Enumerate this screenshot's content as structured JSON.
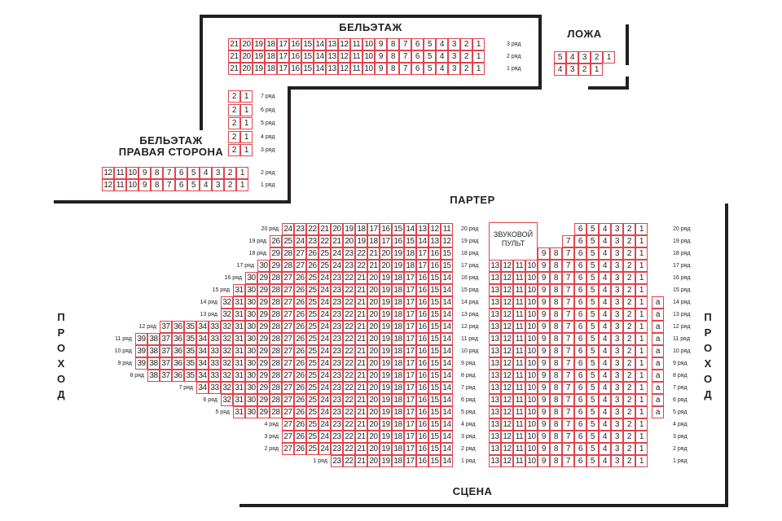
{
  "labels": {
    "beletage": "БЕЛЬЭТАЖ",
    "loge": "ЛОЖА",
    "beletage_right_1": "БЕЛЬЭТАЖ",
    "beletage_right_2": "ПРАВАЯ СТОРОНА",
    "parterre": "ПАРТЕР",
    "stage": "СЦЕНА",
    "aisle_left": "ПРОХОД",
    "aisle_right": "ПРОХОД",
    "sound_booth_1": "ЗВУКОВОЙ",
    "sound_booth_2": "ПУЛЬТ"
  },
  "row_suffix": "ряд",
  "beletage": [
    {
      "row": 3,
      "seats": [
        "21",
        "20",
        "19",
        "18",
        "17",
        "16",
        "15",
        "14",
        "13",
        "12",
        "11",
        "10",
        "9",
        "8",
        "7",
        "6",
        "5",
        "4",
        "3",
        "2",
        "1"
      ]
    },
    {
      "row": 2,
      "seats": [
        "21",
        "20",
        "19",
        "18",
        "17",
        "16",
        "15",
        "14",
        "13",
        "12",
        "11",
        "10",
        "9",
        "8",
        "7",
        "6",
        "5",
        "4",
        "3",
        "2",
        "1"
      ]
    },
    {
      "row": 1,
      "seats": [
        "21",
        "20",
        "19",
        "18",
        "17",
        "16",
        "15",
        "14",
        "13",
        "12",
        "11",
        "10",
        "9",
        "8",
        "7",
        "6",
        "5",
        "4",
        "3",
        "2",
        "1"
      ]
    }
  ],
  "loge": [
    {
      "seats": [
        "5",
        "4",
        "3",
        "2",
        "1"
      ]
    },
    {
      "seats": [
        "4",
        "3",
        "2",
        "1"
      ]
    }
  ],
  "beletage_right_upper": [
    {
      "row": 7,
      "seats": [
        "2",
        "1"
      ]
    },
    {
      "row": 6,
      "seats": [
        "2",
        "1"
      ]
    },
    {
      "row": 5,
      "seats": [
        "2",
        "1"
      ]
    },
    {
      "row": 4,
      "seats": [
        "2",
        "1"
      ]
    },
    {
      "row": 3,
      "seats": [
        "2",
        "1"
      ]
    }
  ],
  "beletage_right_lower": [
    {
      "row": 2,
      "seats": [
        "12",
        "11",
        "10",
        "9",
        "8",
        "7",
        "6",
        "5",
        "4",
        "3",
        "2",
        "1"
      ]
    },
    {
      "row": 1,
      "seats": [
        "12",
        "11",
        "10",
        "9",
        "8",
        "7",
        "6",
        "5",
        "4",
        "3",
        "2",
        "1"
      ]
    }
  ],
  "parterre_left": [
    {
      "row": 20,
      "from": 24,
      "to": 11
    },
    {
      "row": 19,
      "from": 26,
      "to": 12
    },
    {
      "row": 18,
      "from": 29,
      "to": 15
    },
    {
      "row": 17,
      "from": 30,
      "to": 15
    },
    {
      "row": 16,
      "from": 30,
      "to": 14
    },
    {
      "row": 15,
      "from": 31,
      "to": 14
    },
    {
      "row": 14,
      "from": 32,
      "to": 14
    },
    {
      "row": 13,
      "from": 32,
      "to": 14
    },
    {
      "row": 12,
      "from": 37,
      "to": 14
    },
    {
      "row": 11,
      "from": 39,
      "to": 14
    },
    {
      "row": 10,
      "from": 39,
      "to": 14
    },
    {
      "row": 9,
      "from": 39,
      "to": 14
    },
    {
      "row": 8,
      "from": 38,
      "to": 14
    },
    {
      "row": 7,
      "from": 34,
      "to": 14
    },
    {
      "row": 6,
      "from": 32,
      "to": 14
    },
    {
      "row": 5,
      "from": 31,
      "to": 14
    },
    {
      "row": 4,
      "from": 27,
      "to": 14
    },
    {
      "row": 3,
      "from": 27,
      "to": 14
    },
    {
      "row": 2,
      "from": 27,
      "to": 14
    },
    {
      "row": 1,
      "from": 23,
      "to": 14
    }
  ],
  "parterre_right": [
    {
      "row": 20,
      "from": 6,
      "to": 1,
      "extra": ""
    },
    {
      "row": 19,
      "from": 7,
      "to": 1,
      "extra": ""
    },
    {
      "row": 18,
      "from": 9,
      "to": 1,
      "extra": ""
    },
    {
      "row": 17,
      "from": 13,
      "to": 1,
      "extra": ""
    },
    {
      "row": 16,
      "from": 13,
      "to": 1,
      "extra": ""
    },
    {
      "row": 15,
      "from": 13,
      "to": 1,
      "extra": ""
    },
    {
      "row": 14,
      "from": 13,
      "to": 1,
      "extra": "a"
    },
    {
      "row": 13,
      "from": 13,
      "to": 1,
      "extra": "a"
    },
    {
      "row": 12,
      "from": 13,
      "to": 1,
      "extra": "a"
    },
    {
      "row": 11,
      "from": 13,
      "to": 1,
      "extra": "a"
    },
    {
      "row": 10,
      "from": 13,
      "to": 1,
      "extra": "a"
    },
    {
      "row": 9,
      "from": 13,
      "to": 1,
      "extra": "a"
    },
    {
      "row": 8,
      "from": 13,
      "to": 1,
      "extra": "a"
    },
    {
      "row": 7,
      "from": 13,
      "to": 1,
      "extra": "a"
    },
    {
      "row": 6,
      "from": 13,
      "to": 1,
      "extra": "a"
    },
    {
      "row": 5,
      "from": 13,
      "to": 1,
      "extra": "a"
    },
    {
      "row": 4,
      "from": 13,
      "to": 1,
      "extra": ""
    },
    {
      "row": 3,
      "from": 13,
      "to": 1,
      "extra": ""
    },
    {
      "row": 2,
      "from": 13,
      "to": 1,
      "extra": ""
    },
    {
      "row": 1,
      "from": 13,
      "to": 1,
      "extra": ""
    }
  ],
  "colors": {
    "seat_border": "#e0444c",
    "wall": "#231f20",
    "text": "#231f20"
  }
}
